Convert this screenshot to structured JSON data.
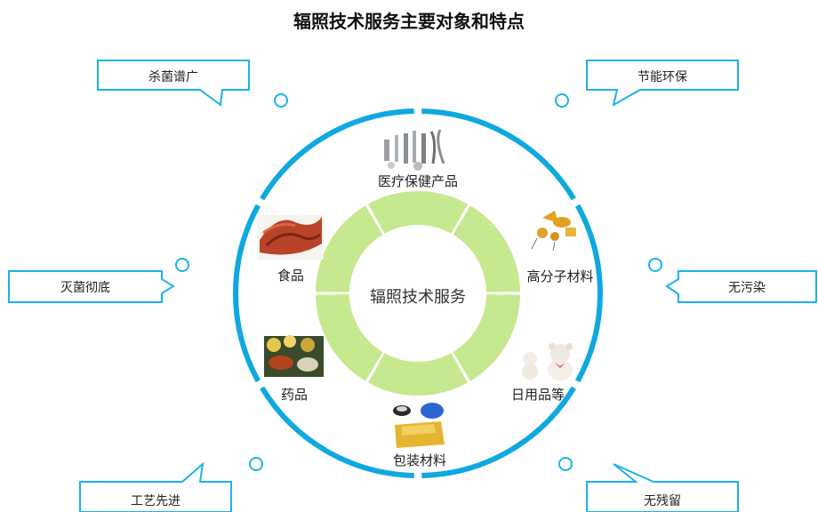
{
  "title": "辐照技术服务主要对象和特点",
  "center": {
    "label": "辐照技术服务"
  },
  "objects": [
    {
      "label": "医疗保健产品",
      "icon": "medical-instruments-icon"
    },
    {
      "label": "高分子材料",
      "icon": "polymer-materials-icon"
    },
    {
      "label": "日用品等",
      "icon": "teddy-bear-icon"
    },
    {
      "label": "包装材料",
      "icon": "packaging-icon"
    },
    {
      "label": "药品",
      "icon": "herbal-medicine-icon"
    },
    {
      "label": "食品",
      "icon": "food-icon"
    }
  ],
  "features": [
    {
      "label": "杀菌谱广"
    },
    {
      "label": "节能环保"
    },
    {
      "label": "灭菌彻底"
    },
    {
      "label": "无污染"
    },
    {
      "label": "工艺先进"
    },
    {
      "label": "无残留"
    }
  ],
  "colors": {
    "outer_ring": "#0fa8e0",
    "inner_ring": "#c6e88e",
    "callout_border": "#1bb3e8"
  }
}
